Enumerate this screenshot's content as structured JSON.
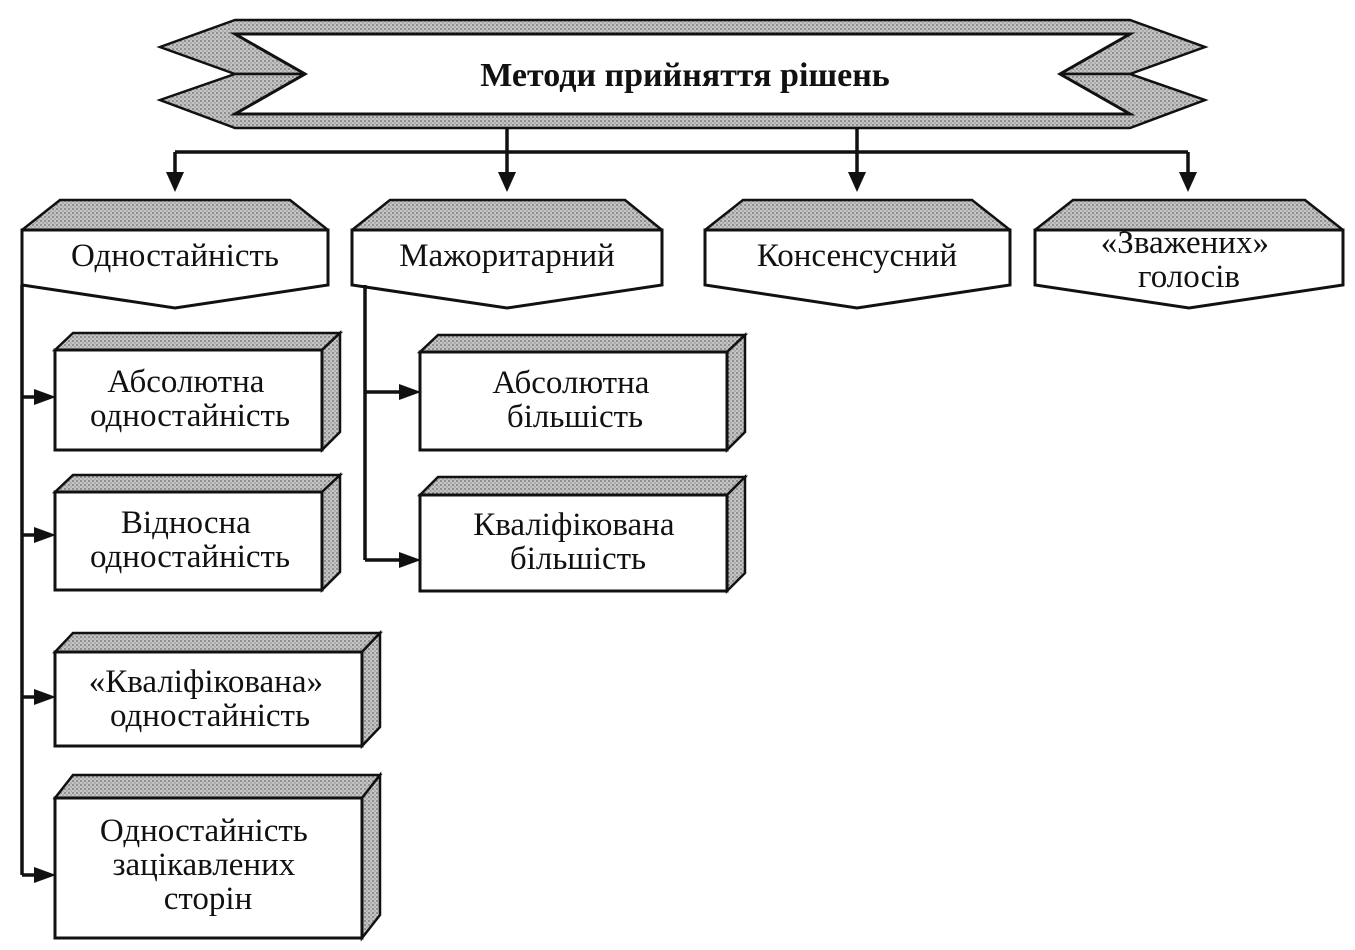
{
  "colors": {
    "ink": "#111111",
    "shade": "#b9b9b9",
    "background": "#ffffff"
  },
  "title": "Методи прийняття рішень",
  "methods": [
    {
      "lines": [
        "Одностайність"
      ]
    },
    {
      "lines": [
        "Мажоритарний"
      ]
    },
    {
      "lines": [
        "Консенсусний"
      ]
    },
    {
      "lines": [
        "«Зважених»",
        "голосів"
      ]
    }
  ],
  "unanimity_types": [
    {
      "lines": [
        "Абсолютна",
        "одностайність"
      ]
    },
    {
      "lines": [
        "Відносна",
        "одностайність"
      ]
    },
    {
      "lines": [
        "«Кваліфікована»",
        "одностайність"
      ]
    },
    {
      "lines": [
        "Одностайність",
        "зацікавлених",
        "сторін"
      ]
    }
  ],
  "majority_types": [
    {
      "lines": [
        "Абсолютна",
        "більшість"
      ]
    },
    {
      "lines": [
        "Кваліфікована",
        "більшість"
      ]
    }
  ]
}
